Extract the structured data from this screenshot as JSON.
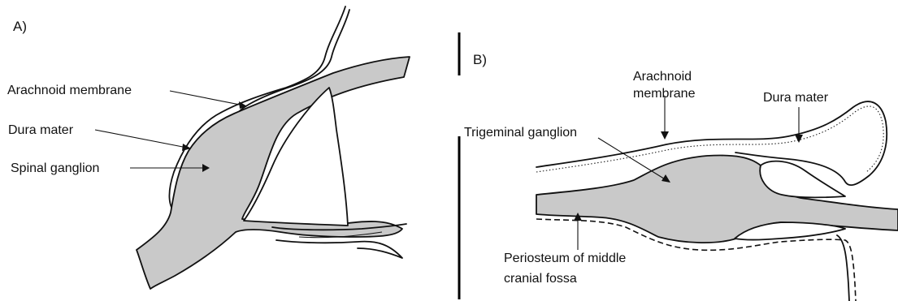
{
  "panel_a": {
    "label": "A)",
    "labels": {
      "arachnoid": "Arachnoid membrane",
      "dura": "Dura mater",
      "ganglion": "Spinal ganglion"
    }
  },
  "panel_b": {
    "label": "B)",
    "labels": {
      "arachnoid_line1": "Arachnoid",
      "arachnoid_line2": "membrane",
      "dura": "Dura mater",
      "ganglion": "Trigeminal ganglion",
      "periosteum_line1": "Periosteum of middle",
      "periosteum_line2": "cranial fossa"
    }
  }
}
